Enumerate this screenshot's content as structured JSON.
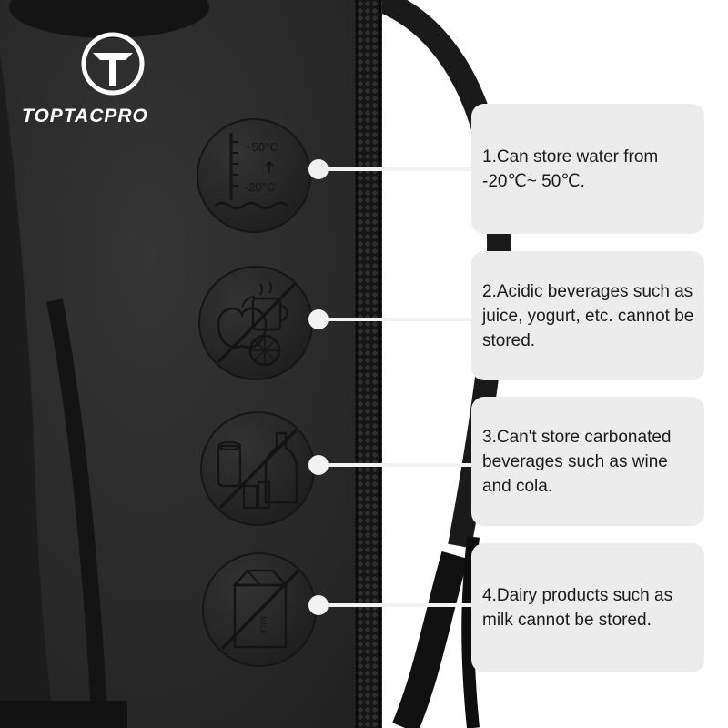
{
  "brand": {
    "name": "TOPTACPRO",
    "logo_icon": "toptacpro-t-logo"
  },
  "colors": {
    "background": "#ffffff",
    "bladder": "#2b2b2b",
    "card_background": "#ececec",
    "card_text": "#1b1b1b",
    "connector": "#f2f2f2"
  },
  "icons": [
    {
      "name": "temperature-icon",
      "text_top": "+50°C",
      "text_bottom": "-20°C"
    },
    {
      "name": "no-acidic-beverages-icon"
    },
    {
      "name": "no-carbonated-beverages-icon"
    },
    {
      "name": "no-dairy-icon",
      "carton_label": "MILK"
    }
  ],
  "features": [
    {
      "text": "1.Can store water from -20℃~ 50℃."
    },
    {
      "text": "2.Acidic beverages such as juice, yogurt, etc. cannot be stored."
    },
    {
      "text": "3.Can't store carbonated beverages such as wine and cola."
    },
    {
      "text": "4.Dairy products such as milk cannot be stored."
    }
  ]
}
